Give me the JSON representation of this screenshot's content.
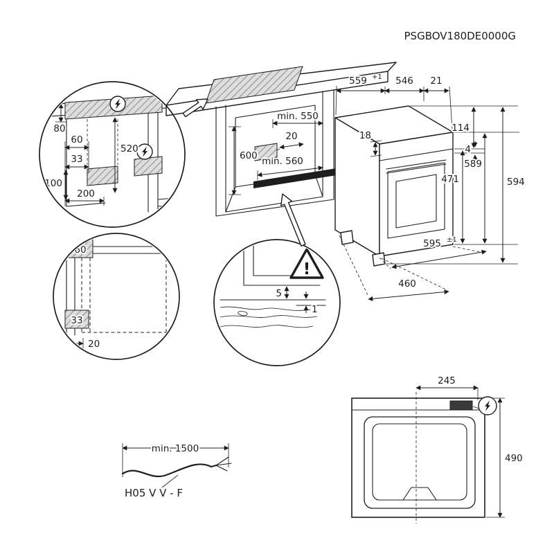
{
  "title": {
    "doc_code": "PSGBOV180DE0000G"
  },
  "niche": {
    "min_width": "min. 550",
    "rear_gap": "20",
    "height": "600",
    "min_depth": "min. 560"
  },
  "oven": {
    "niche_width": "559",
    "niche_width_tol": "+1",
    "body_width": "546",
    "front_overlap": "21",
    "top_inset": "18",
    "panel_height": "114",
    "gap_top": "4",
    "body_height": "589",
    "total_height": "594",
    "door_height": "471",
    "front_width": "595",
    "front_width_tol": "±1",
    "body_depth": "460"
  },
  "detail_electrical": {
    "top_offset": "80",
    "side_offset": "60",
    "height_520": "520",
    "offset_33": "33",
    "zone_height": "100",
    "zone_width": "200"
  },
  "detail_plan": {
    "clearance_60": "60",
    "clearance_33": "33",
    "front_gap": "20"
  },
  "detail_rear": {
    "gap_5": "5",
    "gap_1": "1",
    "warning": "!"
  },
  "cable": {
    "min_length": "min. 1500",
    "type": "H05 V V - F"
  },
  "top_view": {
    "socket_offset": "245",
    "depth": "490"
  }
}
